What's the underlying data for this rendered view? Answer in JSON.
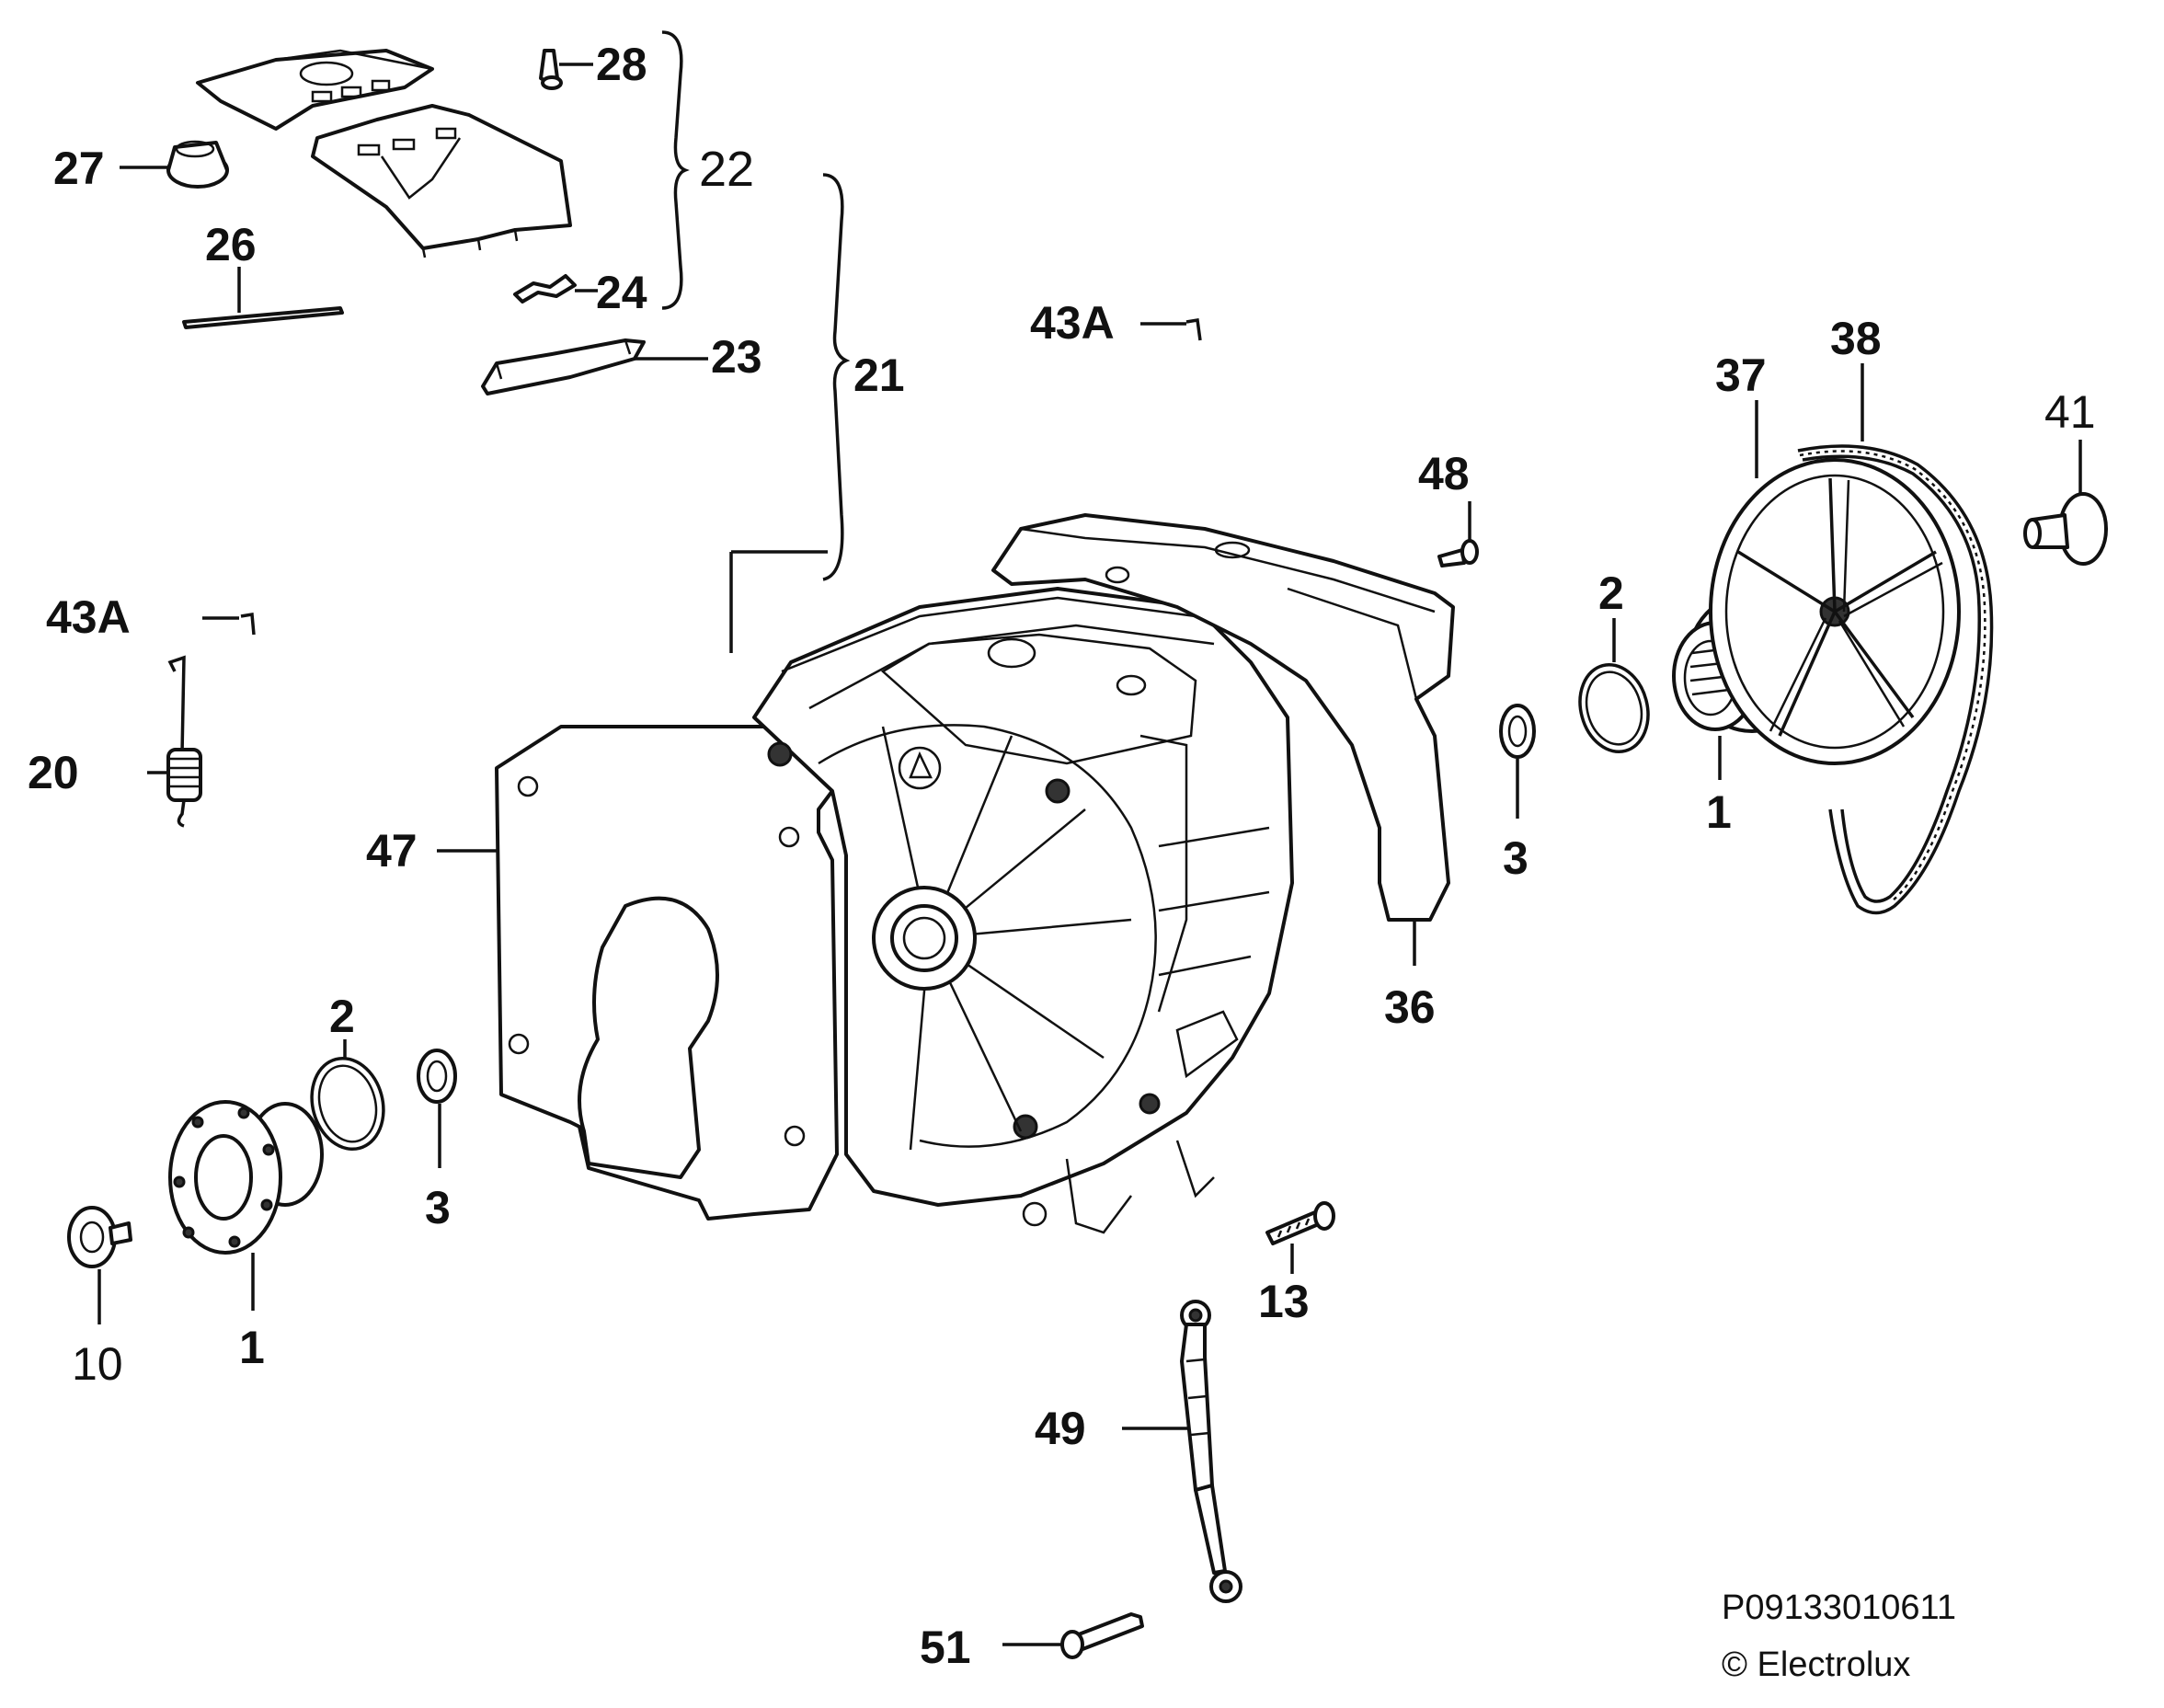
{
  "labels": {
    "p28": "28",
    "p22": "22",
    "p27": "27",
    "p26": "26",
    "p24": "24",
    "p23": "23",
    "p21": "21",
    "p43a_top": "43A",
    "p43a_left": "43A",
    "p20": "20",
    "p48": "48",
    "p37": "37",
    "p38": "38",
    "p41": "41",
    "p2_right": "2",
    "p1_right": "1",
    "p3_right": "3",
    "p36": "36",
    "p47": "47",
    "p2_left": "2",
    "p3_left": "3",
    "p10": "10",
    "p1_left": "1",
    "p13": "13",
    "p49": "49",
    "p51": "51"
  },
  "footer": {
    "code": "P09133010611",
    "copyright": "© Electrolux"
  }
}
